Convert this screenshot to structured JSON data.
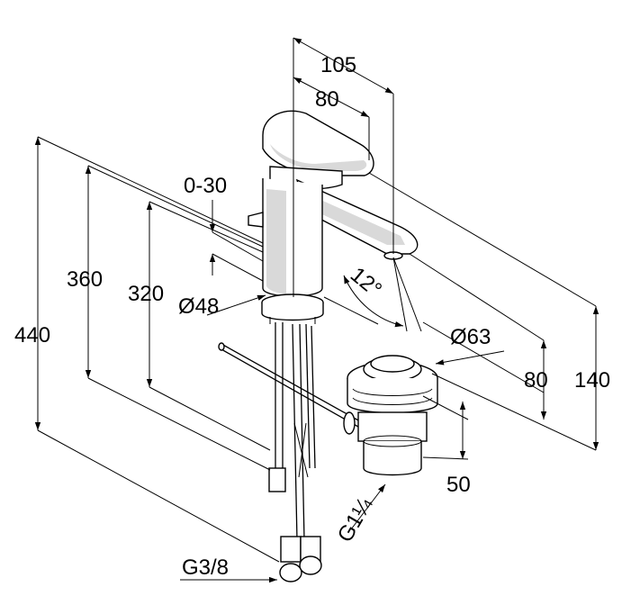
{
  "drawing": {
    "dimensions": {
      "width_105": "105",
      "width_80": "80",
      "range_0_30": "0-30",
      "height_360": "360",
      "height_320": "320",
      "height_440": "440",
      "diameter_48": "Ø48",
      "angle_12": "12°",
      "diameter_63": "Ø63",
      "height_80": "80",
      "height_140": "140",
      "height_50": "50",
      "thread_g1_1_4": "G1¼",
      "thread_g3_8": "G3/8"
    }
  }
}
